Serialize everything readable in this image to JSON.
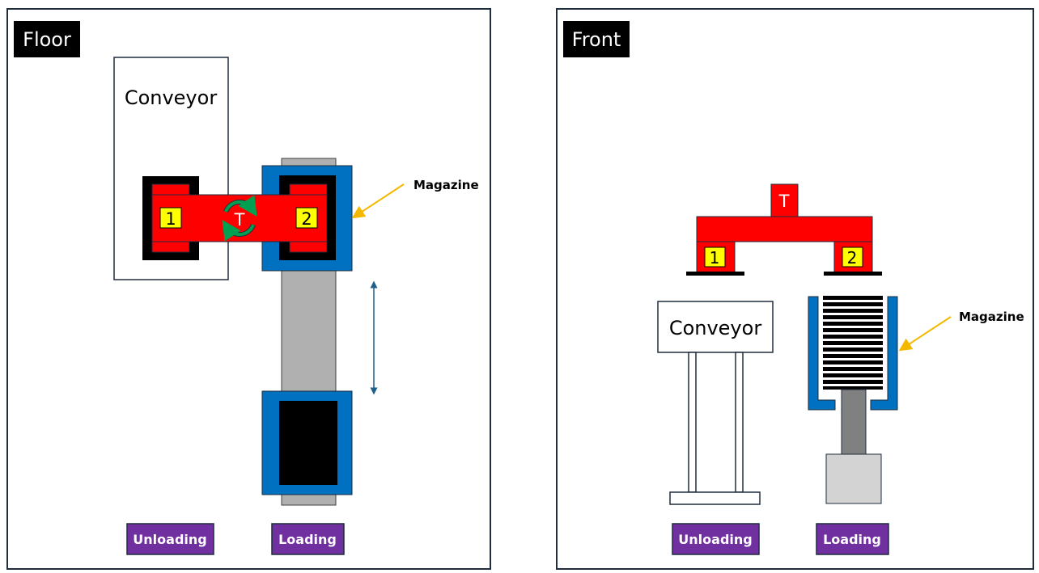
{
  "floor_panel": {
    "title": "Floor",
    "conveyor_label": "Conveyor",
    "gripper_1_label": "1",
    "gripper_2_label": "2",
    "rotator_label": "T",
    "magazine_label": "Magazine",
    "unloading_label": "Unloading",
    "loading_label": "Loading"
  },
  "front_panel": {
    "title": "Front",
    "rotator_label": "T",
    "gripper_1_label": "1",
    "gripper_2_label": "2",
    "conveyor_label": "Conveyor",
    "magazine_label": "Magazine",
    "unloading_label": "Unloading",
    "loading_label": "Loading"
  },
  "colors": {
    "frame": "#1f2d3d",
    "gripper_red": "#ff0000",
    "gripper_yellow": "#ffff00",
    "magazine_blue": "#0070c0",
    "rail_gray": "#b0b0b0",
    "arrow_orange": "#f5b800",
    "arrow_blue": "#1f5f8b",
    "rotate_green": "#00a050",
    "button_purple": "#7030a0",
    "title_bg": "#000000"
  }
}
